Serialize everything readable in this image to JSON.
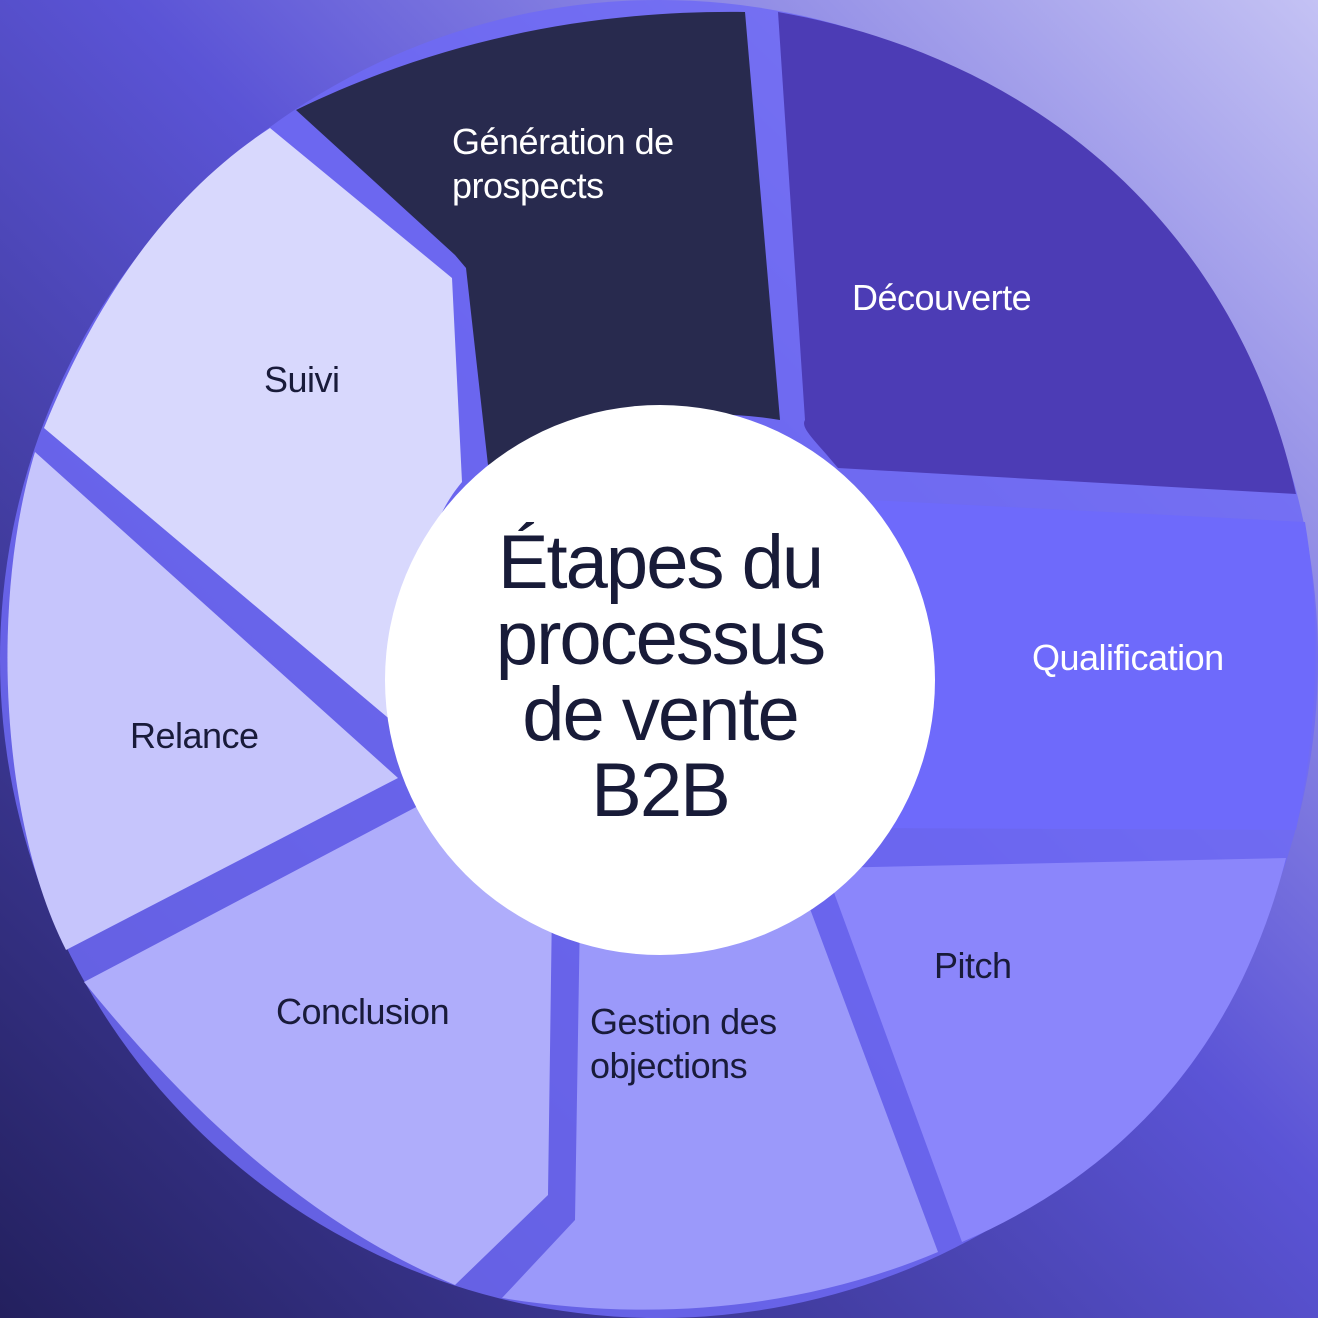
{
  "title_lines": [
    "Étapes du",
    "processus",
    "de vente",
    "B2B"
  ],
  "stages": [
    {
      "label_lines": [
        "Génération de",
        "prospects"
      ],
      "fill": "#282a4e",
      "text_color": "#ffffff"
    },
    {
      "label_lines": [
        "Découverte"
      ],
      "fill": "#4c3cb5",
      "text_color": "#ffffff"
    },
    {
      "label_lines": [
        "Qualification"
      ],
      "fill": "#6e6afb",
      "text_color": "#ffffff"
    },
    {
      "label_lines": [
        "Pitch"
      ],
      "fill": "#8b86fb",
      "text_color": "#191b3a"
    },
    {
      "label_lines": [
        "Gestion des",
        "objections"
      ],
      "fill": "#9b99fa",
      "text_color": "#191b3a"
    },
    {
      "label_lines": [
        "Conclusion"
      ],
      "fill": "#afadfb",
      "text_color": "#191b3a"
    },
    {
      "label_lines": [
        "Relance"
      ],
      "fill": "#c6c5fc",
      "text_color": "#191b3a"
    },
    {
      "label_lines": [
        "Suivi"
      ],
      "fill": "#d8d8fd",
      "text_color": "#191b3a"
    }
  ],
  "colors": {
    "background_start": "#23205e",
    "background_mid": "#5b54d6",
    "background_end": "#c4c2f4",
    "ring": "#6f6af4",
    "center_fill": "#ffffff"
  }
}
